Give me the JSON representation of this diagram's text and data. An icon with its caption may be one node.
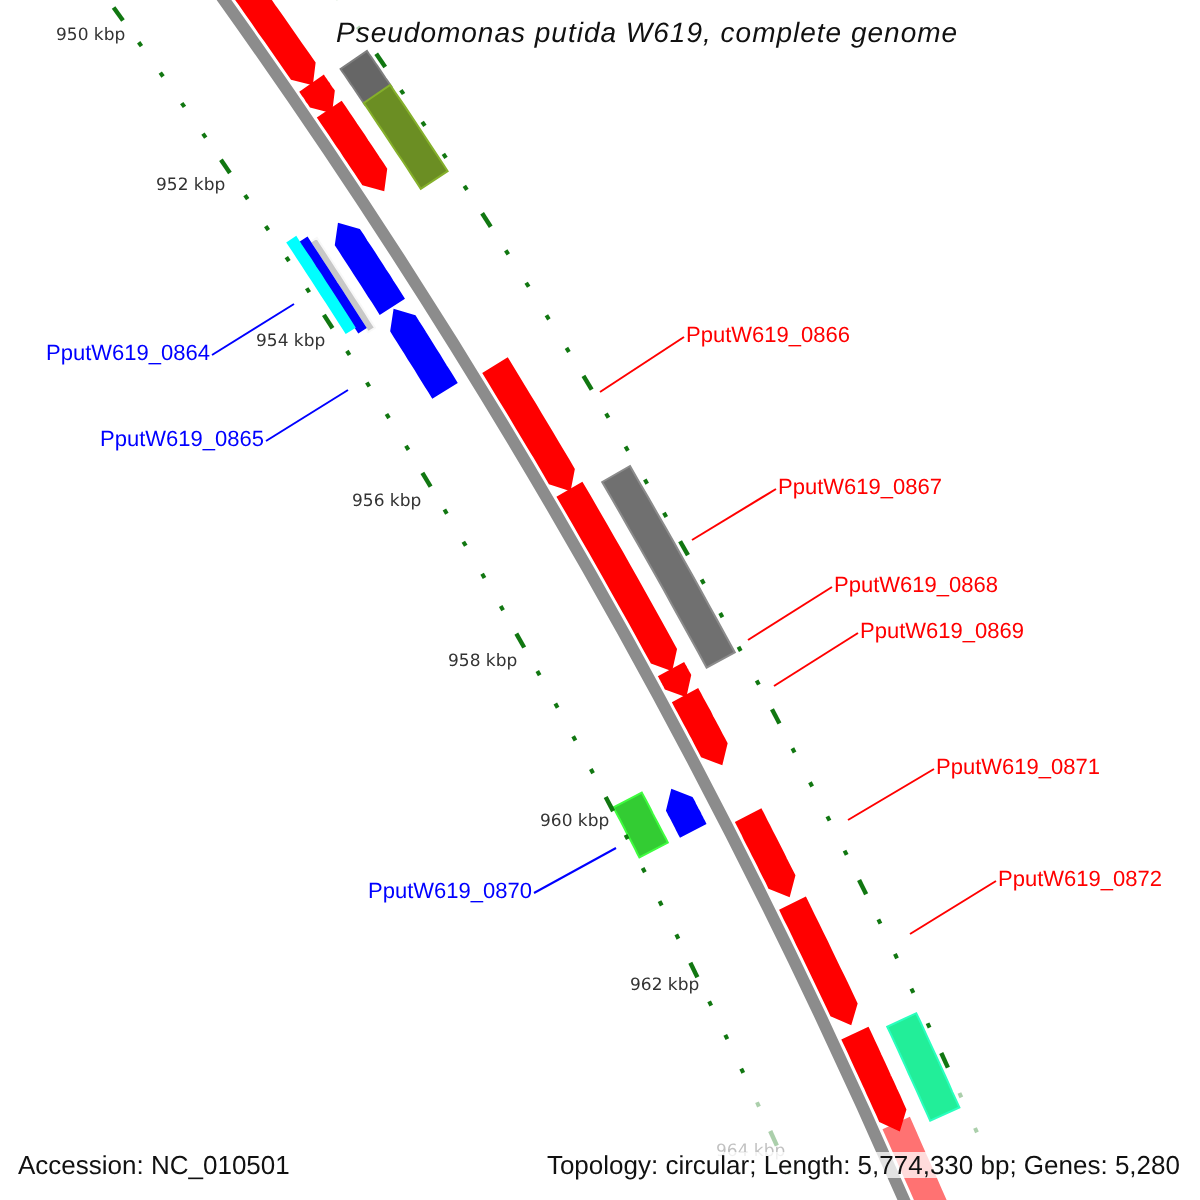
{
  "diagram": {
    "title": "Pseudomonas putida W619, complete genome",
    "nodes": [
      {
        "text": [
          "PputW619_0864"
        ]
      },
      {
        "text": [
          "PputW619_0865"
        ]
      },
      {
        "text": [
          "PputW619_0866"
        ]
      },
      {
        "text": [
          "PputW619_0867"
        ]
      },
      {
        "text": [
          "PputW619_0868"
        ]
      },
      {
        "text": [
          "PputW619_0869"
        ]
      },
      {
        "text": [
          "PputW619_0870"
        ]
      },
      {
        "text": [
          "PputW619_0871"
        ]
      },
      {
        "text": [
          "PputW619_0872"
        ]
      }
    ],
    "edges": [
      {
        "from": 0,
        "to": null,
        "arrow": "none",
        "color": "#0000ff"
      },
      {
        "from": 1,
        "to": null,
        "arrow": "none",
        "color": "#0000ff"
      },
      {
        "from": 2,
        "to": null,
        "arrow": "none",
        "color": "#ff0000"
      },
      {
        "from": 3,
        "to": null,
        "arrow": "none",
        "color": "#ff0000"
      },
      {
        "from": 4,
        "to": null,
        "arrow": "none",
        "color": "#ff0000"
      },
      {
        "from": 5,
        "to": null,
        "arrow": "none",
        "color": "#ff0000"
      },
      {
        "from": 6,
        "to": null,
        "arrow": "none",
        "color": "#0000ff"
      },
      {
        "from": 7,
        "to": null,
        "arrow": "none",
        "color": "#ff0000"
      },
      {
        "from": 8,
        "to": null,
        "arrow": "none",
        "color": "#ff0000"
      }
    ],
    "labels": [
      "950 kbp",
      "952 kbp",
      "954 kbp",
      "956 kbp",
      "958 kbp",
      "960 kbp",
      "962 kbp",
      "964 kbp",
      "Accession: NC_010501",
      "Topology: circular; Length: 5,774,330 bp; Genes: 5,280"
    ]
  }
}
